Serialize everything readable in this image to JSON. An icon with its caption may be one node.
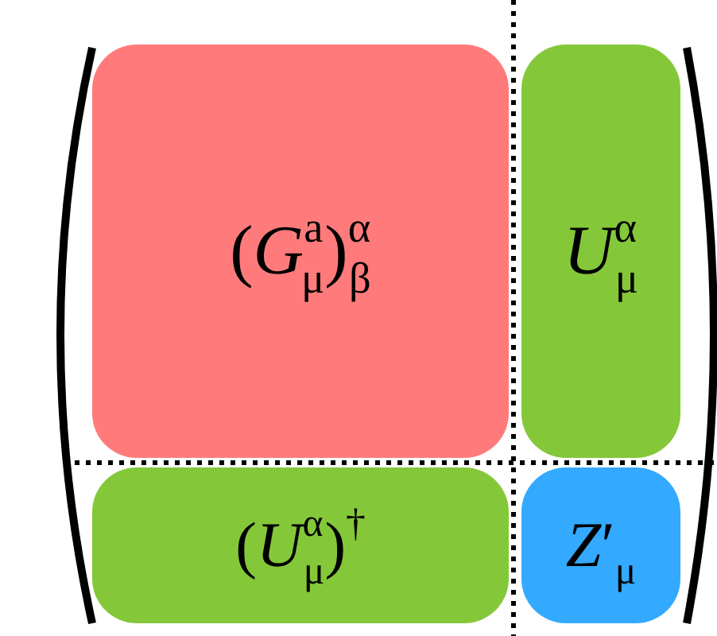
{
  "diagram": {
    "nodes": [
      {
        "text": [
          "(*G*$^{a}$$_{μ}$)$^{α}$$_{β}$"
        ]
      },
      {
        "text": [
          "*U*$^{α}$$_{μ}$"
        ]
      },
      {
        "text": [
          "(*U*$^{α}$$_{μ}$)$^{†}$"
        ]
      },
      {
        "text": [
          "*Z*′$_{μ}$"
        ]
      }
    ]
  }
}
